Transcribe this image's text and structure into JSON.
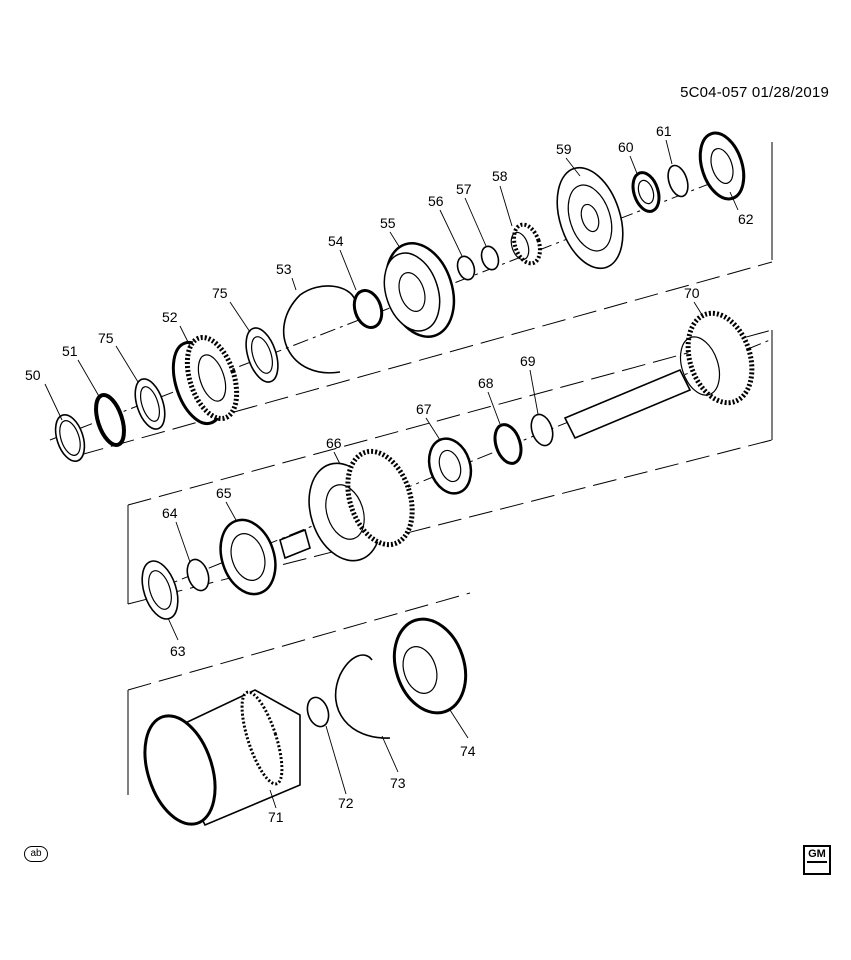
{
  "header": {
    "doc_reference": "5C04-057  01/28/2019"
  },
  "badges": {
    "ab_label": "ab",
    "logo_text": "GM"
  },
  "callouts": [
    "50",
    "51",
    "75",
    "52",
    "75",
    "53",
    "54",
    "55",
    "56",
    "57",
    "58",
    "59",
    "60",
    "61",
    "62",
    "70",
    "68",
    "69",
    "67",
    "66",
    "65",
    "64",
    "63",
    "71",
    "72",
    "73",
    "74"
  ],
  "colors": {
    "line": "#000000",
    "background": "#ffffff"
  }
}
